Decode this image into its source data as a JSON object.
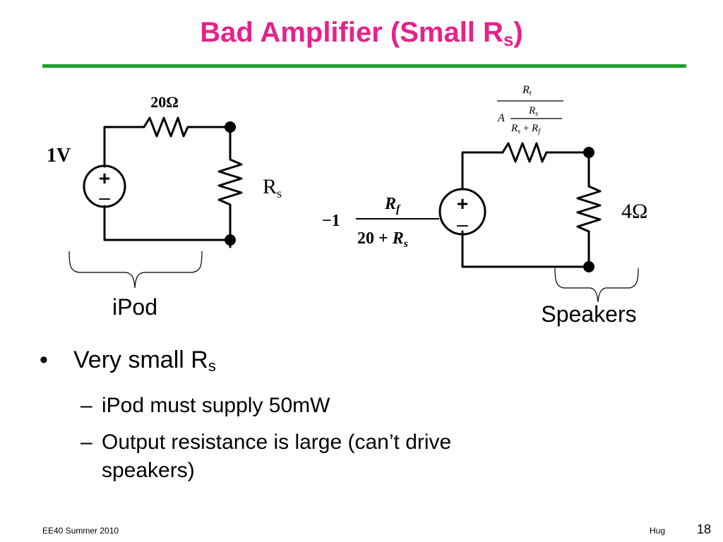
{
  "title": {
    "main": "Bad Amplifier (Small R",
    "sub": "s",
    "close": ")"
  },
  "colors": {
    "title": "#e6228a",
    "rule": "#1aa32b"
  },
  "left_circuit": {
    "resistor_label": "20Ω",
    "source_label": "1V",
    "load_label_main": "R",
    "load_label_sub": "s",
    "plus": "+",
    "minus": "–",
    "brace_label": "iPod"
  },
  "right_circuit": {
    "gain_top_num": "R",
    "gain_top_num_sub": "t",
    "gain_A": "A",
    "gain_inner_num": "R",
    "gain_inner_num_sub": "s",
    "gain_inner_den_a": "R",
    "gain_inner_den_a_sub": "s",
    "gain_inner_den_plus": " + ",
    "gain_inner_den_b": "R",
    "gain_inner_den_b_sub": "f",
    "src_prefix": "−1",
    "src_num": "R",
    "src_num_sub": "f",
    "src_den_a": "20 + ",
    "src_den_b": "R",
    "src_den_b_sub": "s",
    "plus": "+",
    "minus": "–",
    "load_label": "4Ω",
    "brace_label": "Speakers"
  },
  "bullets": {
    "b1_main": "Very small R",
    "b1_sub": "s",
    "b1_dot": "•",
    "b2_1": "iPod must supply 50mW",
    "b2_2_line1": "Output resistance is large (can’t drive",
    "b2_2_line2": "speakers)",
    "dash": "–"
  },
  "footer": {
    "left": "EE40 Summer 2010",
    "mid": "Hug",
    "page": "18"
  }
}
